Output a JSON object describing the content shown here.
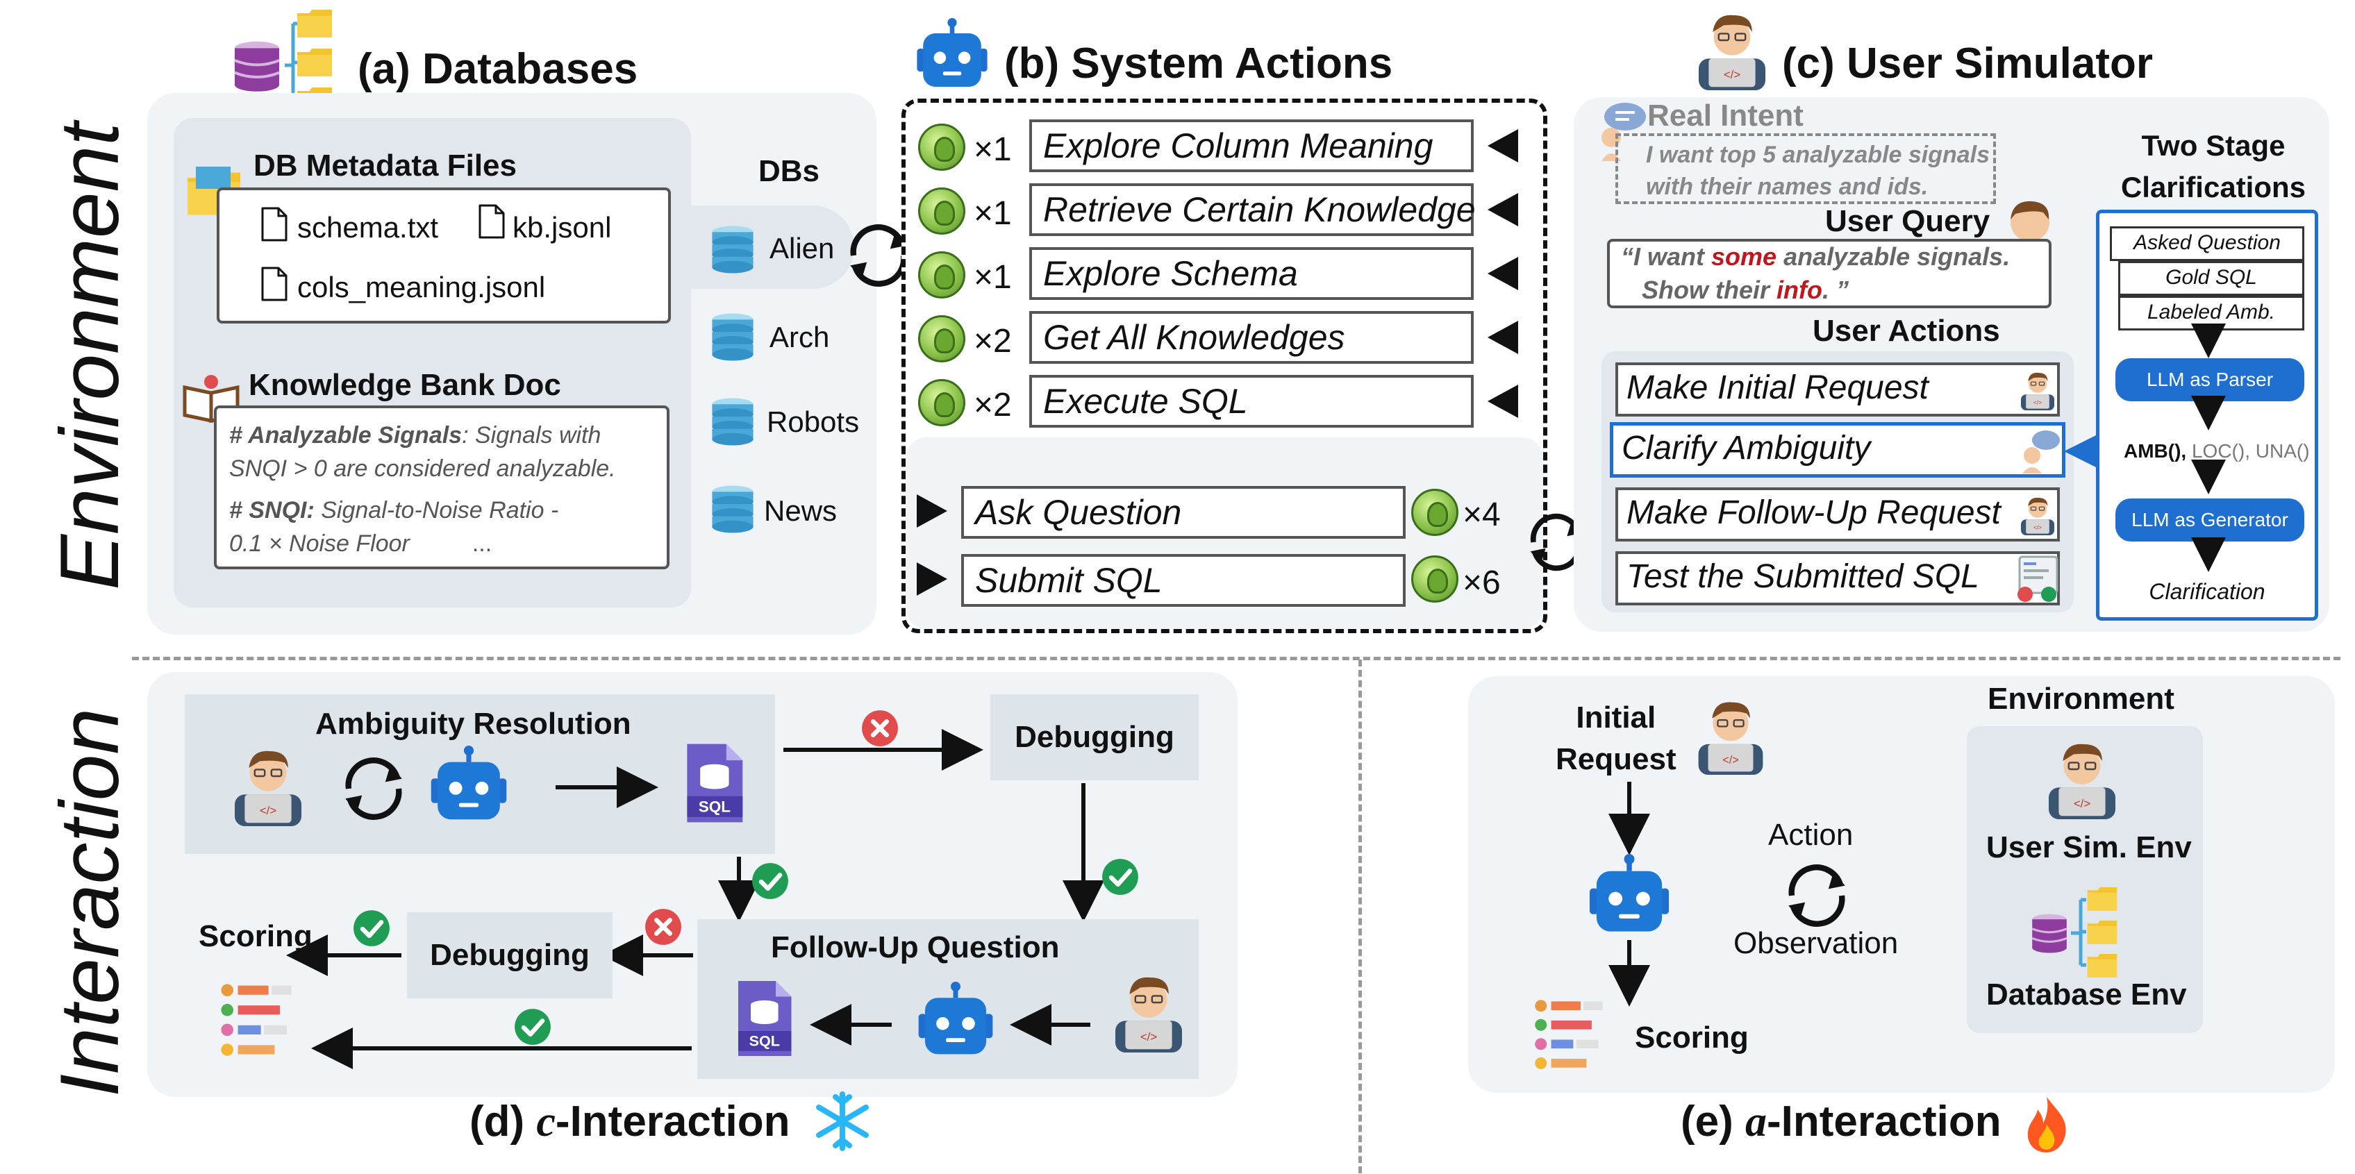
{
  "side_labels": {
    "environment": "Environment",
    "interaction": "Interaction"
  },
  "databases": {
    "title": "(a) Databases",
    "metadata_title": "DB Metadata Files",
    "files": [
      "schema.txt",
      "kb.jsonl",
      "cols_meaning.jsonl"
    ],
    "kb_title": "Knowledge Bank Doc",
    "kb_term1": "# Analyzable Signals",
    "kb_text1a": ": Signals with",
    "kb_text1b": "SNQI > 0 are considered analyzable.",
    "kb_term2": "# SNQI:",
    "kb_text2a": " Signal-to-Noise Ratio -",
    "kb_text2b": "0.1 × Noise Floor",
    "kb_ellipsis": "...",
    "dbs_title": "DBs",
    "dbs": [
      "Alien",
      "Arch",
      "Robots",
      "News"
    ]
  },
  "system_actions": {
    "title": "(b) System Actions",
    "env_actions": [
      {
        "count": "×1",
        "label": "Explore Column Meaning"
      },
      {
        "count": "×1",
        "label": "Retrieve Certain Knowledge"
      },
      {
        "count": "×1",
        "label": "Explore Schema"
      },
      {
        "count": "×2",
        "label": "Get All Knowledges"
      },
      {
        "count": "×2",
        "label": "Execute SQL"
      }
    ],
    "user_actions": [
      {
        "count": "×4",
        "label": "Ask Question"
      },
      {
        "count": "×6",
        "label": "Submit SQL"
      }
    ]
  },
  "user_simulator": {
    "title": "(c) User Simulator",
    "real_intent_label": "Real Intent",
    "real_intent_text1": "I want top 5 analyzable signals",
    "real_intent_text2": "with their names and ids.",
    "user_query_label": "User Query",
    "uq_p1": "“I want ",
    "uq_p2": "some",
    "uq_p3": " analyzable signals.",
    "uq_p4": "Show their ",
    "uq_p5": "info",
    "uq_p6": ". ”",
    "user_actions_label": "User Actions",
    "user_actions": [
      "Make Initial Request",
      "Clarify Ambiguity",
      "Make Follow-Up Request",
      "Test the Submitted SQL"
    ],
    "two_stage_title1": "Two Stage",
    "two_stage_title2": "Clarifications",
    "stack": [
      "Asked Question",
      "Gold SQL",
      "Labeled Amb."
    ],
    "parser": "LLM as Parser",
    "amb": "AMB(),",
    "loc_una": " LOC(), UNA()",
    "generator": "LLM as Generator",
    "clarification": "Clarification"
  },
  "c_interaction": {
    "ambiguity": "Ambiguity Resolution",
    "debugging_top": "Debugging",
    "follow_up": "Follow-Up Question",
    "debugging_bottom": "Debugging",
    "scoring": "Scoring",
    "sql": "SQL",
    "caption_pre": "(d) ",
    "caption_c": "c",
    "caption_post": "-Interaction"
  },
  "a_interaction": {
    "initial1": "Initial",
    "initial2": "Request",
    "action": "Action",
    "observation": "Observation",
    "scoring": "Scoring",
    "environment": "Environment",
    "user_sim_env": "User Sim. Env",
    "database_env": "Database Env",
    "caption_pre": "(e) ",
    "caption_a": "a",
    "caption_post": "-Interaction"
  }
}
